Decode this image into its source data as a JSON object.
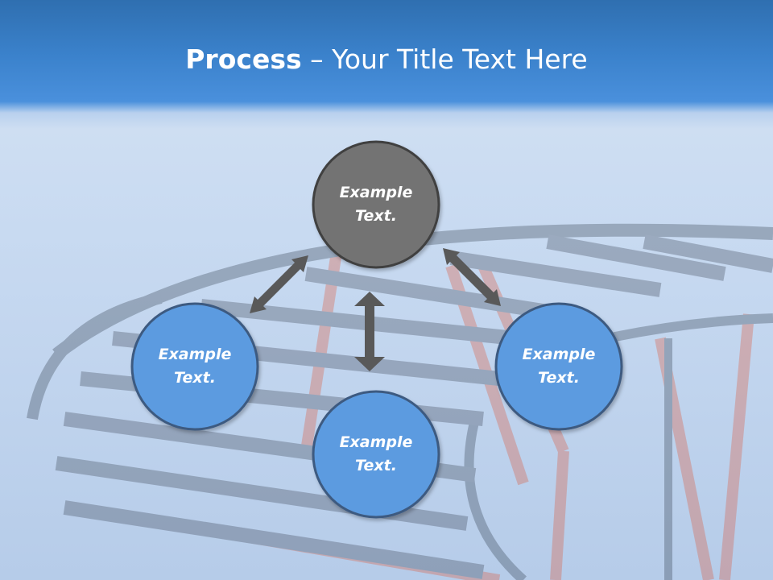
{
  "slide": {
    "title_bold": "Process",
    "title_rest": " – Your Title Text Here"
  },
  "diagram": {
    "nodes": [
      {
        "id": "top",
        "line1": "Example",
        "line2": "Text.",
        "color": "#737373"
      },
      {
        "id": "left",
        "line1": "Example",
        "line2": "Text.",
        "color": "#5b9be0"
      },
      {
        "id": "bottom",
        "line1": "Example",
        "line2": "Text.",
        "color": "#5b9be0"
      },
      {
        "id": "right",
        "line1": "Example",
        "line2": "Text.",
        "color": "#5b9be0"
      }
    ],
    "arrow_color": "#595959",
    "node_border_color": "#404040"
  }
}
